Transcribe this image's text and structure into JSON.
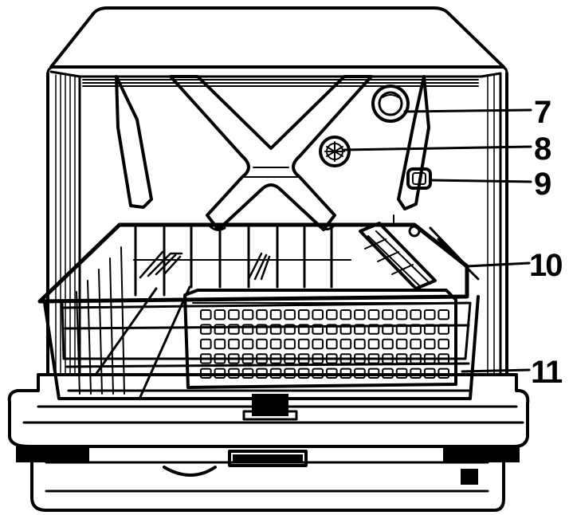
{
  "diagram": {
    "callouts": [
      {
        "id": "7",
        "label": "7"
      },
      {
        "id": "8",
        "label": "8"
      },
      {
        "id": "9",
        "label": "9"
      },
      {
        "id": "10",
        "label": "10"
      },
      {
        "id": "11",
        "label": "11"
      }
    ]
  },
  "colors": {
    "ink": "#000000",
    "paper": "#ffffff"
  }
}
